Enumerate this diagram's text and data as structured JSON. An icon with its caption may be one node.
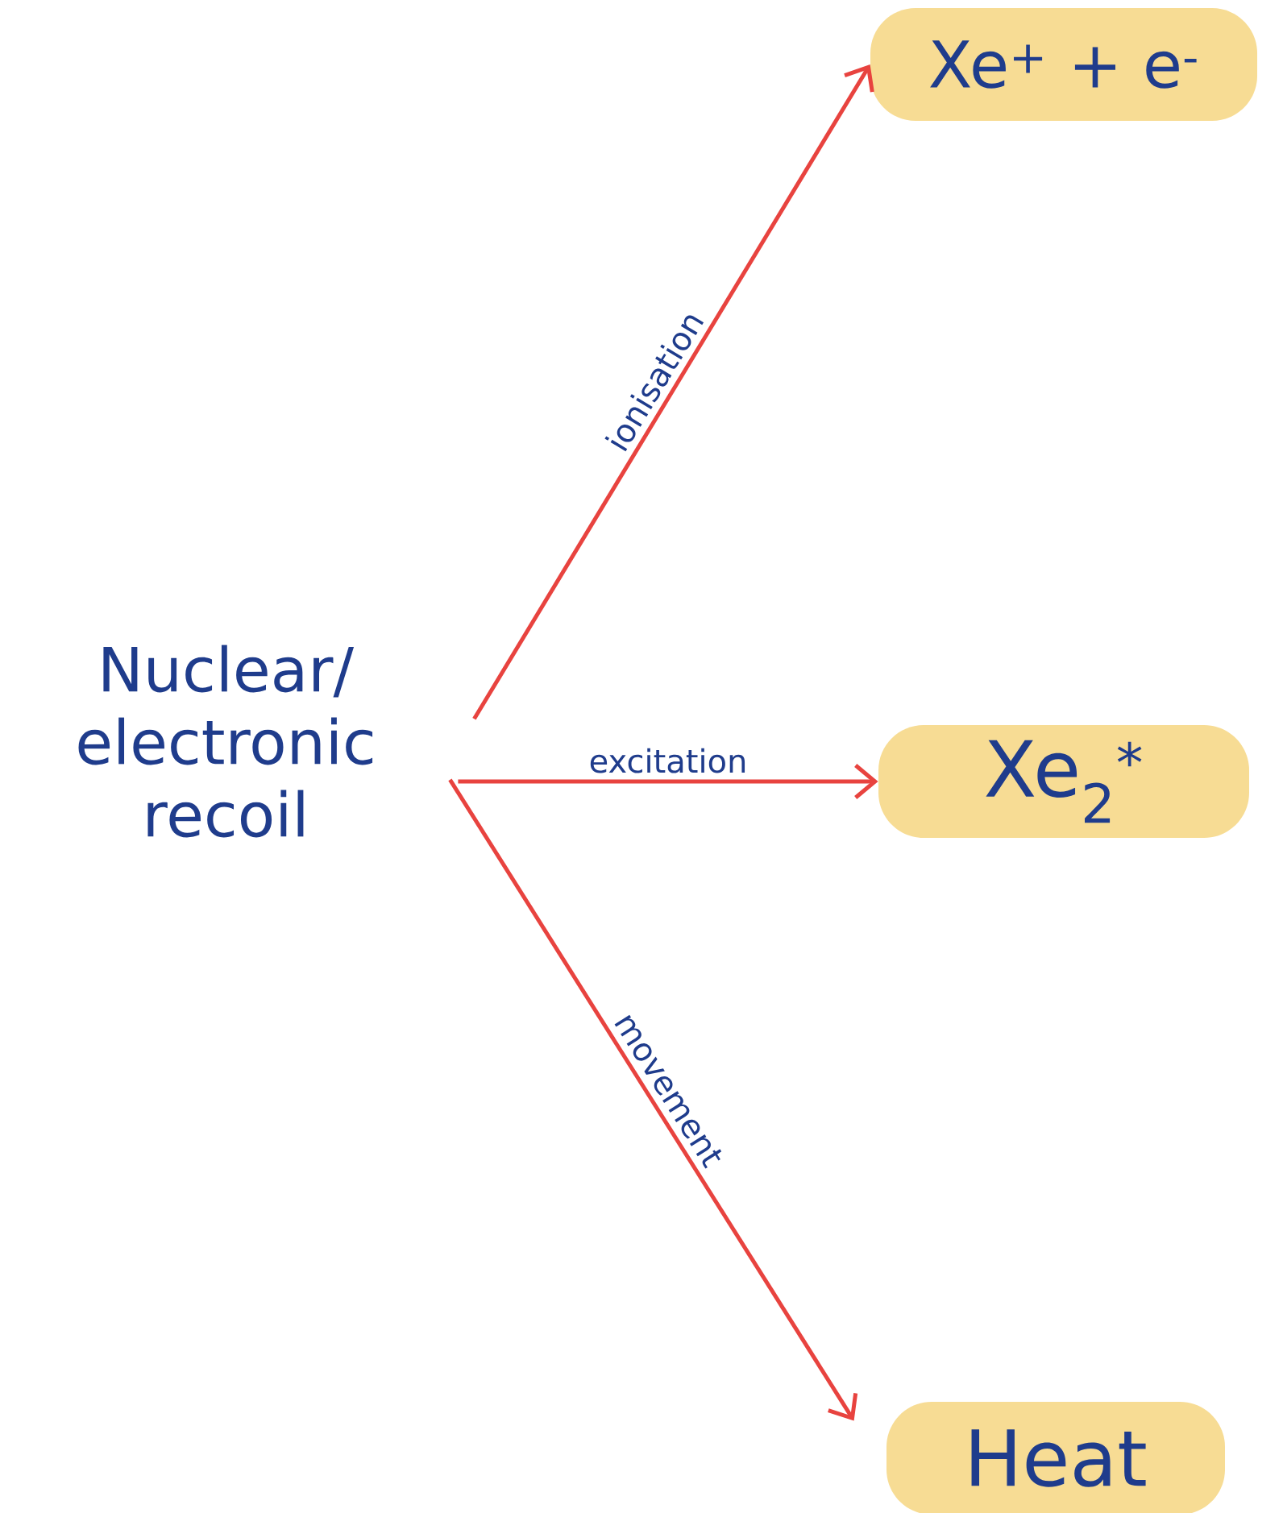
{
  "diagram": {
    "nodes": [
      {
        "text": [
          "Nuclear/ electronic recoil"
        ]
      },
      {
        "text": [
          "Xe$^{+}$ + e$^{-}$"
        ]
      },
      {
        "text": [
          "Xe$_{2}$$^{*}$"
        ]
      },
      {
        "text": [
          "Heat"
        ]
      }
    ],
    "edges": [
      {
        "from": 0,
        "to": 1,
        "arrow": "to",
        "label": "ionisation"
      },
      {
        "from": 0,
        "to": 2,
        "arrow": "to",
        "label": "excitation"
      },
      {
        "from": 0,
        "to": 3,
        "arrow": "to",
        "label": "movement"
      }
    ]
  }
}
